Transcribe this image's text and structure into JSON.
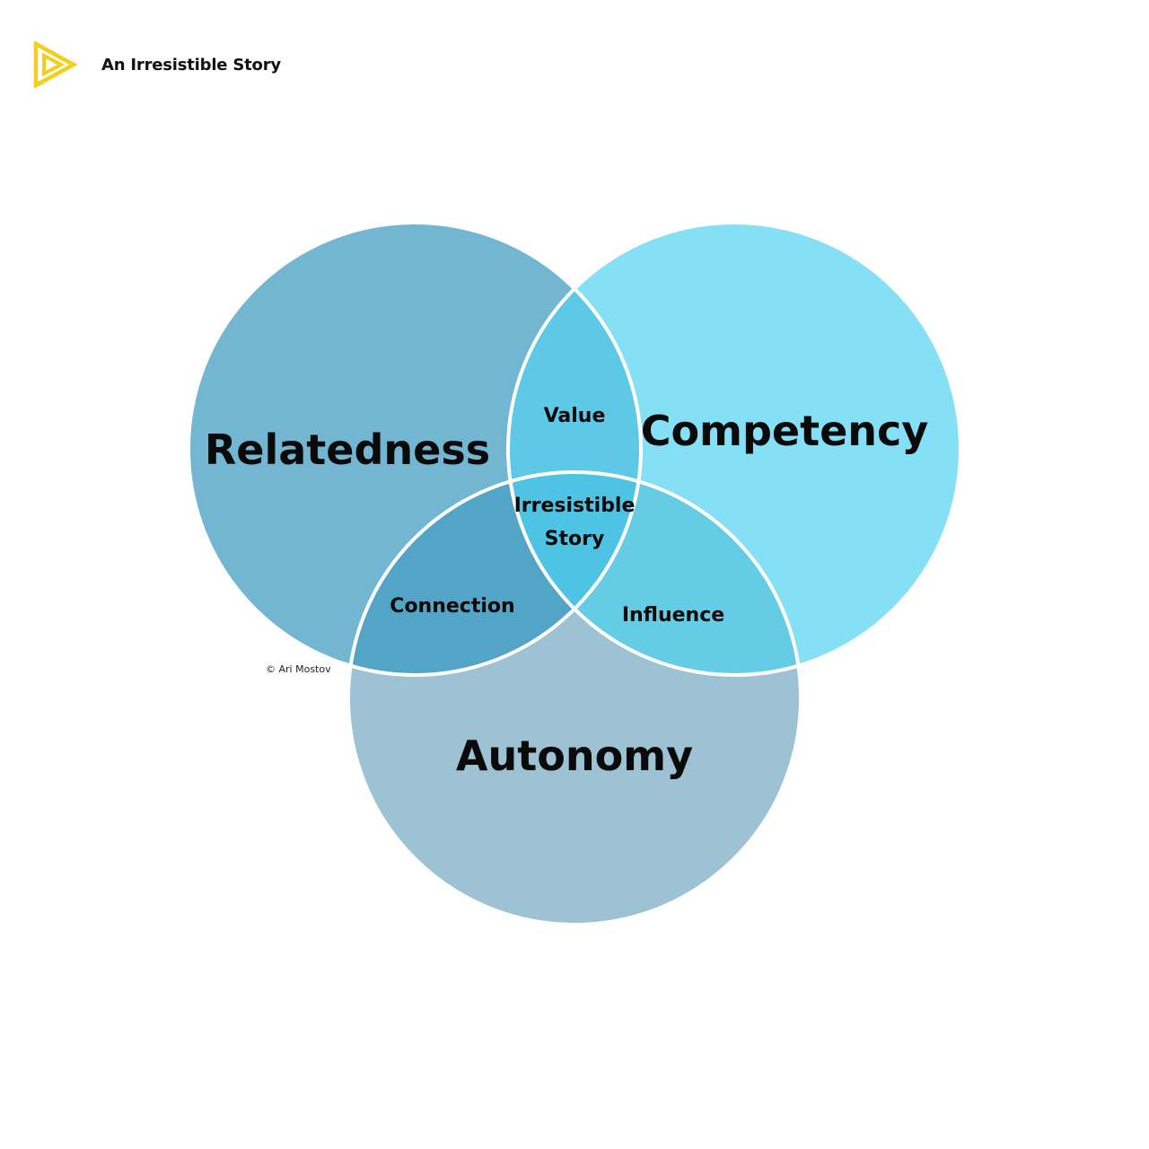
{
  "brand": {
    "name": "An Irresistible Story",
    "logo_icon": "play-triangle-icon",
    "logo_color": "#f2cf1d"
  },
  "diagram": {
    "circles": {
      "relatedness": {
        "label": "Relatedness",
        "color": "#72b6d1"
      },
      "competency": {
        "label": "Competency",
        "color": "#86e0f5"
      },
      "autonomy": {
        "label": "Autonomy",
        "color": "#9cc2d3"
      }
    },
    "intersections": {
      "value": {
        "label": "Value",
        "color": "#5dc9e7"
      },
      "connection": {
        "label": "Connection",
        "color": "#53a5c7"
      },
      "influence": {
        "label": "Influence",
        "color": "#65cce6"
      },
      "center": {
        "label_line1": "Irresistible",
        "label_line2": "Story",
        "color": "#4fc3e3"
      }
    },
    "outline_color": "#ffffff",
    "copyright": "© Ari Mostov"
  }
}
